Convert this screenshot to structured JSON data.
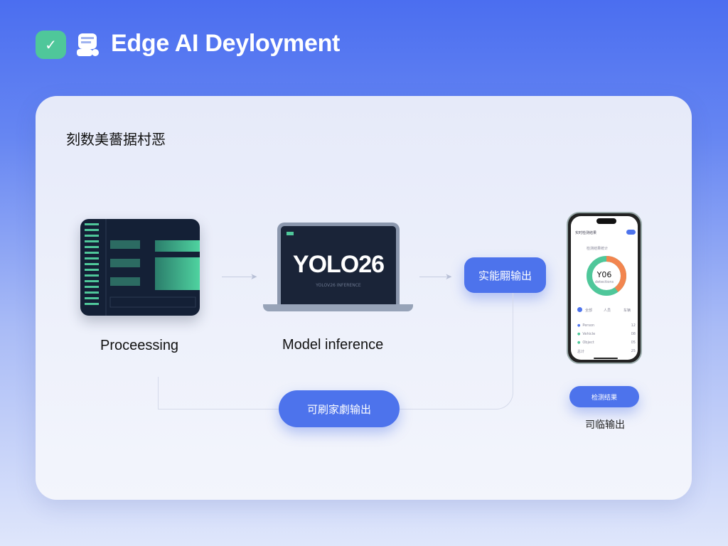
{
  "header": {
    "title": "Edge AI Deyloyment",
    "logo_icon": "check-icon",
    "robot_icon": "robot-icon"
  },
  "section_title": "刻数美薔据村恶",
  "steps": [
    {
      "label": "Proceessing"
    },
    {
      "label": "Model inference",
      "screen_title": "YOLO26",
      "screen_subtitle": "YOLOV26 INFERENCE"
    },
    {
      "button": "实能翢输出"
    }
  ],
  "bottom_button": "可刷家劇输出",
  "phone": {
    "header": "实时检测结果",
    "subheader": "检测结果统计",
    "donut_label": "Y06",
    "donut_sub": "detections",
    "donut_values": [
      0.6,
      0.4
    ],
    "tabs": [
      "全部",
      "人员",
      "车辆"
    ],
    "rows": [
      {
        "name": "Person",
        "value": "12"
      },
      {
        "name": "Vehicle",
        "value": "08"
      },
      {
        "name": "Object",
        "value": "05"
      },
      {
        "name": "总计",
        "value": "25"
      }
    ],
    "colors": {
      "green": "#4fc79a",
      "orange": "#f2854f",
      "blue": "#4d73ec"
    }
  },
  "phone_button": "检测结果",
  "phone_caption": "司临输出"
}
